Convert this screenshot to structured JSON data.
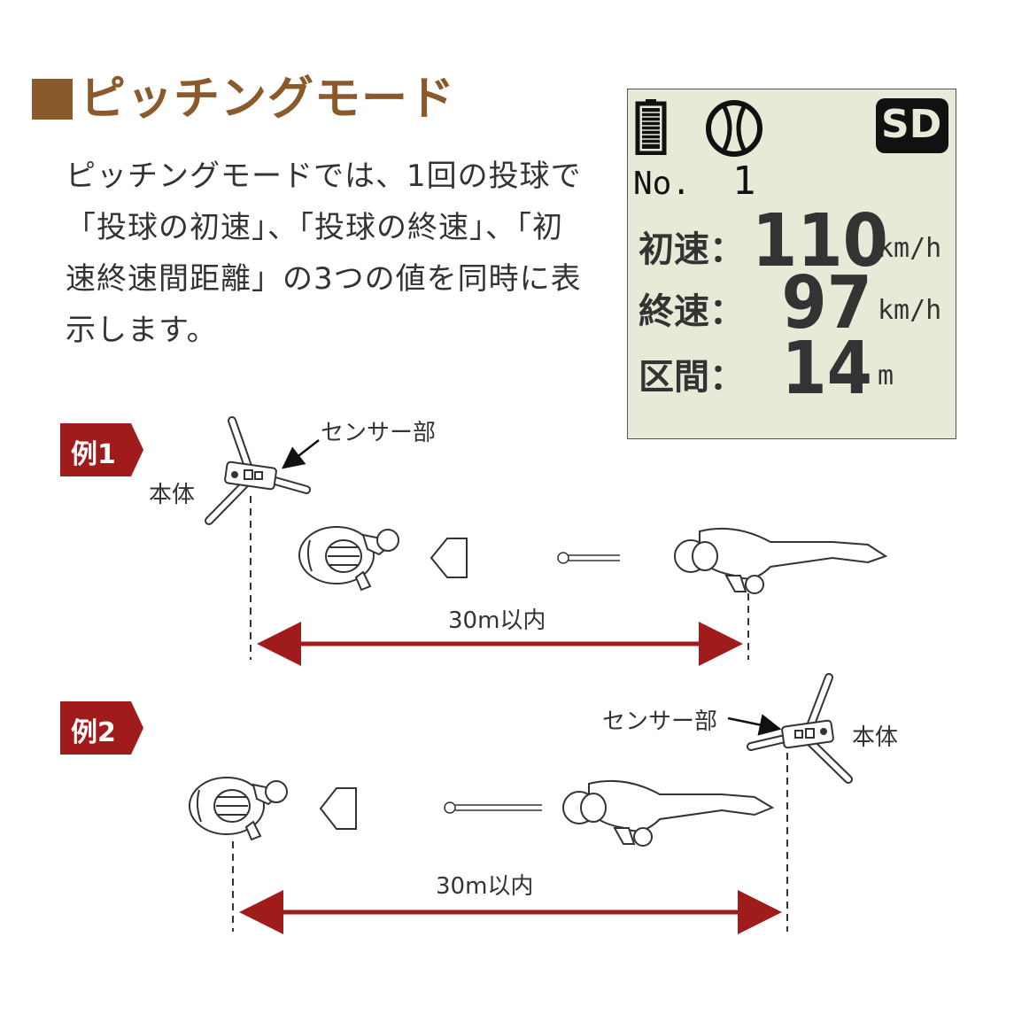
{
  "title": "ピッチングモード",
  "colors": {
    "title": "#8b5a2b",
    "accent": "#a01c1c",
    "lcd_bg": "#e8ead8"
  },
  "description": "ピッチングモードでは、1回の投球で「投球の初速」、「投球の終速」、「初速終速間距離」の3つの値を同時に表示します。",
  "lcd": {
    "icons": [
      "battery-icon",
      "baseball-icon",
      "sd-card-icon"
    ],
    "sd_label": "SD",
    "number_label": "No.",
    "number_value": "1",
    "rows": [
      {
        "label": "初速：",
        "value": "110",
        "unit": "km/h"
      },
      {
        "label": "終速：",
        "value": "97",
        "unit": "km/h"
      },
      {
        "label": "区間：",
        "value": "14",
        "unit": "m"
      }
    ]
  },
  "examples": [
    {
      "tag": "例1",
      "sensor_label": "センサー部",
      "body_label": "本体",
      "distance_label": "30m以内"
    },
    {
      "tag": "例2",
      "sensor_label": "センサー部",
      "body_label": "本体",
      "distance_label": "30m以内"
    }
  ]
}
